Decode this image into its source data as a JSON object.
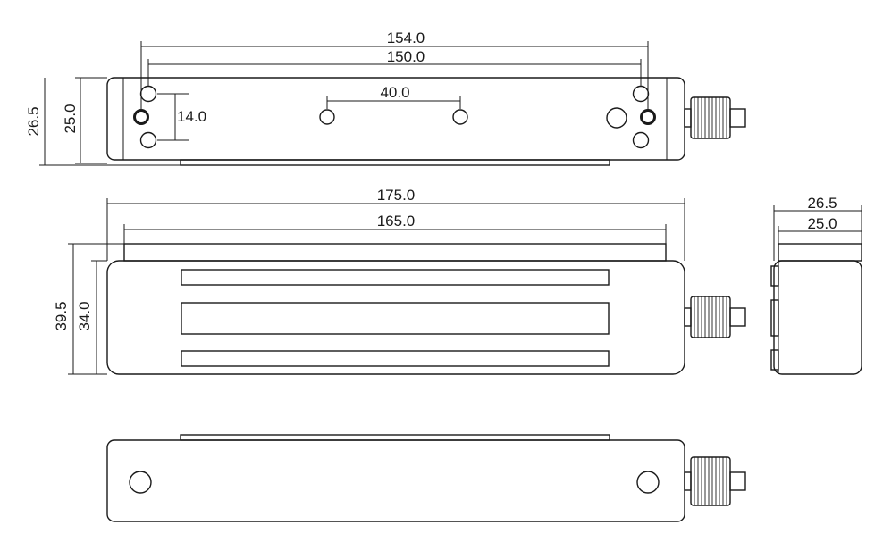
{
  "dimensions": {
    "top_overall_hole_span": "154.0",
    "top_inner_hole_span": "150.0",
    "top_center_hole_span": "40.0",
    "top_hole_vertical_spacing": "14.0",
    "top_left_height_outer": "26.5",
    "top_left_height_inner": "25.0",
    "front_overall_length": "175.0",
    "front_plate_length": "165.0",
    "front_height_outer": "39.5",
    "front_height_inner": "34.0",
    "side_width_outer": "26.5",
    "side_width_inner": "25.0"
  },
  "colors": {
    "line": "#1a1a1a",
    "background": "#ffffff"
  }
}
